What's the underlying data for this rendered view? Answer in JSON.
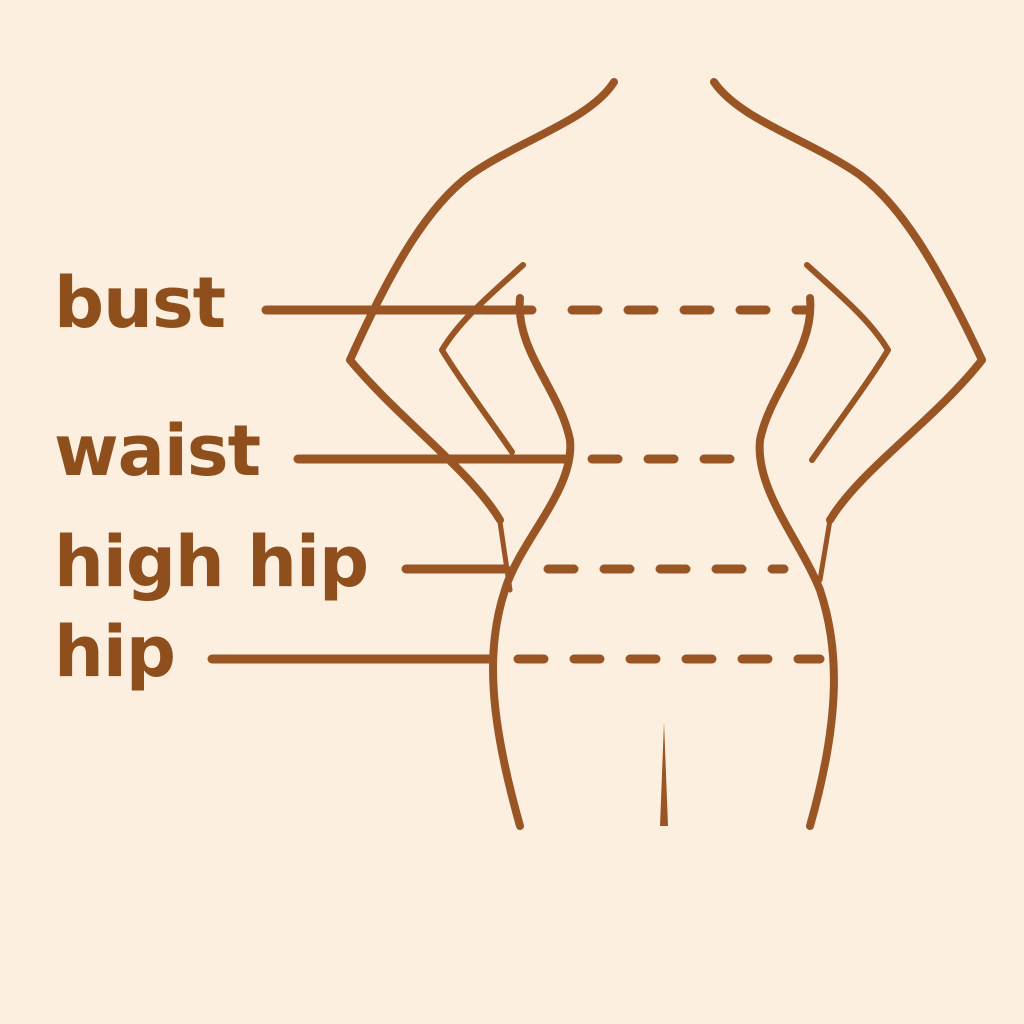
{
  "colors": {
    "background": "#fcefdf",
    "stroke": "#9a5524",
    "text": "#8f4f1d"
  },
  "labels": {
    "bust": "bust",
    "waist": "waist",
    "high_hip": "high hip",
    "hip": "hip"
  }
}
